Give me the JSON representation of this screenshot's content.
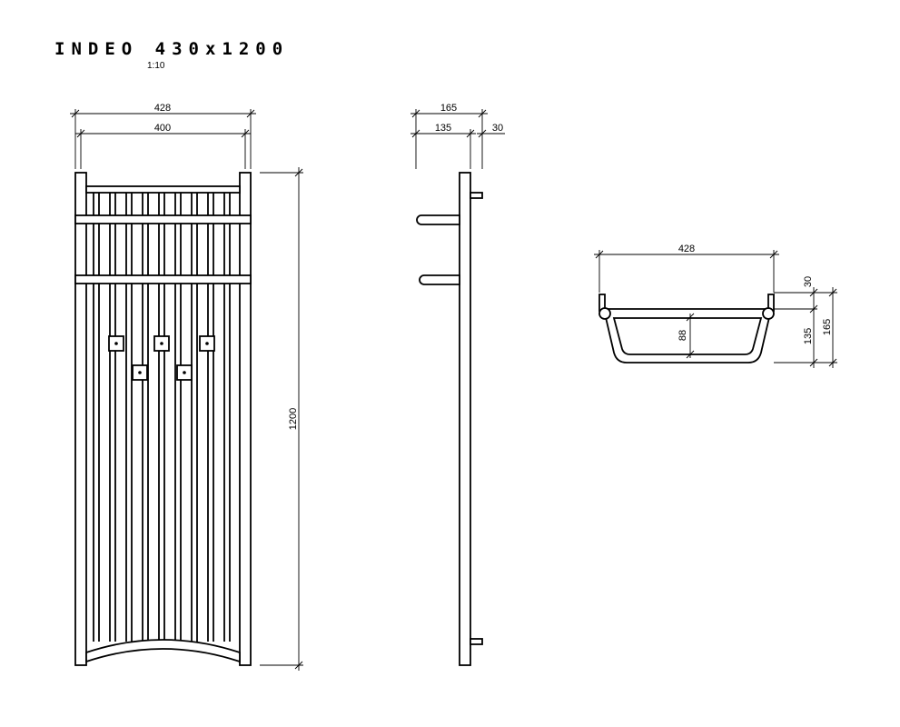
{
  "title": "INDEO 430x1200",
  "scale": "1:10",
  "front_view": {
    "width_outer": "428",
    "width_inner": "400",
    "height": "1200"
  },
  "side_view": {
    "depth_total": "165",
    "depth_hook": "135",
    "depth_wall": "30"
  },
  "top_view": {
    "width": "428",
    "depth_wall": "30",
    "depth_hook": "135",
    "depth_total": "165",
    "tray_depth": "88"
  }
}
